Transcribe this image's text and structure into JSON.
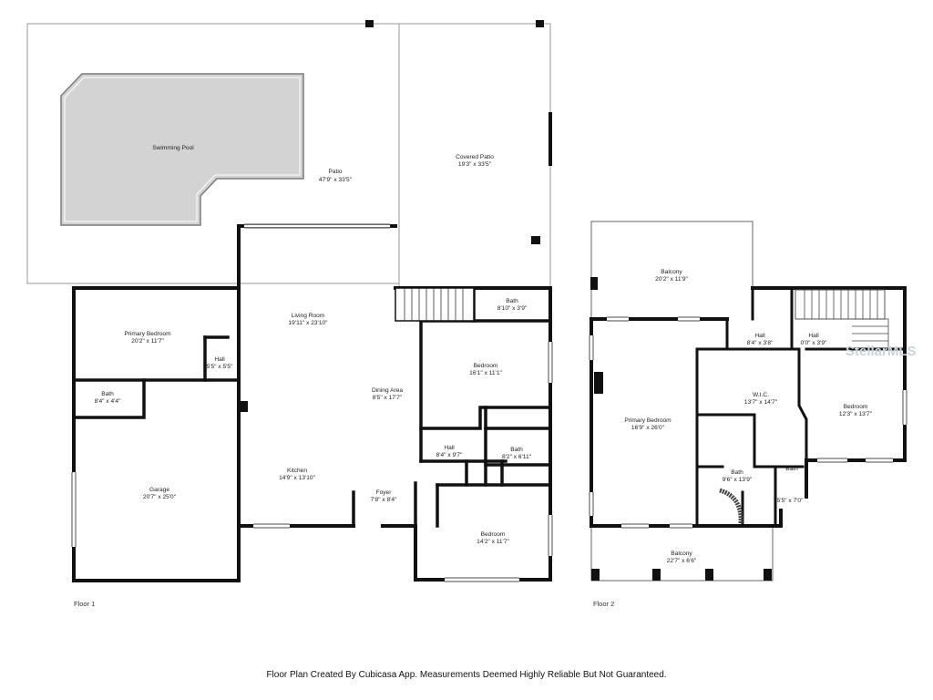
{
  "floors": [
    {
      "label": "Floor 1",
      "rooms": [
        {
          "name": "Swimming Pool",
          "dim": ""
        },
        {
          "name": "Patio",
          "dim": "47'9\" x 33'5\""
        },
        {
          "name": "Covered Patio",
          "dim": "19'3\" x 33'5\""
        },
        {
          "name": "Primary Bedroom",
          "dim": "20'2\" x 11'7\""
        },
        {
          "name": "Hall",
          "dim": "5'5\" x 5'5\""
        },
        {
          "name": "Bath",
          "dim": "8'4\" x 4'4\""
        },
        {
          "name": "Living Room",
          "dim": "19'11\" x 23'10\""
        },
        {
          "name": "Dining Area",
          "dim": "8'5\" x 17'7\""
        },
        {
          "name": "Bath",
          "dim": "8'10\" x 3'9\""
        },
        {
          "name": "Bedroom",
          "dim": "16'1\" x 11'1\""
        },
        {
          "name": "Hall",
          "dim": "8'4\" x 9'7\""
        },
        {
          "name": "Bath",
          "dim": "8'2\" x 6'11\""
        },
        {
          "name": "Garage",
          "dim": "20'7\" x 25'0\""
        },
        {
          "name": "Kitchen",
          "dim": "14'9\" x 13'10\""
        },
        {
          "name": "Foyer",
          "dim": "7'8\" x 8'4\""
        },
        {
          "name": "Bedroom",
          "dim": "14'2\" x 11'7\""
        }
      ]
    },
    {
      "label": "Floor 2",
      "rooms": [
        {
          "name": "Balcony",
          "dim": "20'2\" x 11'9\""
        },
        {
          "name": "Hall",
          "dim": "8'4\" x 3'8\""
        },
        {
          "name": "Hall",
          "dim": "0'0\" x 3'9\""
        },
        {
          "name": "Primary Bedroom",
          "dim": "16'9\" x 26'0\""
        },
        {
          "name": "W.I.C.",
          "dim": "13'7\" x 14'7\""
        },
        {
          "name": "Bedroom",
          "dim": "12'3\" x 13'7\""
        },
        {
          "name": "Bath",
          "dim": "9'6\" x 13'9\""
        },
        {
          "name": "Bath",
          "dim": "5'5\" x 7'0\""
        },
        {
          "name": "Balcony",
          "dim": "22'7\" x 6'6\""
        }
      ]
    }
  ],
  "watermark": "StellarMLS",
  "footer": "Floor Plan Created By Cubicasa App. Measurements Deemed Highly Reliable But Not Guaranteed."
}
